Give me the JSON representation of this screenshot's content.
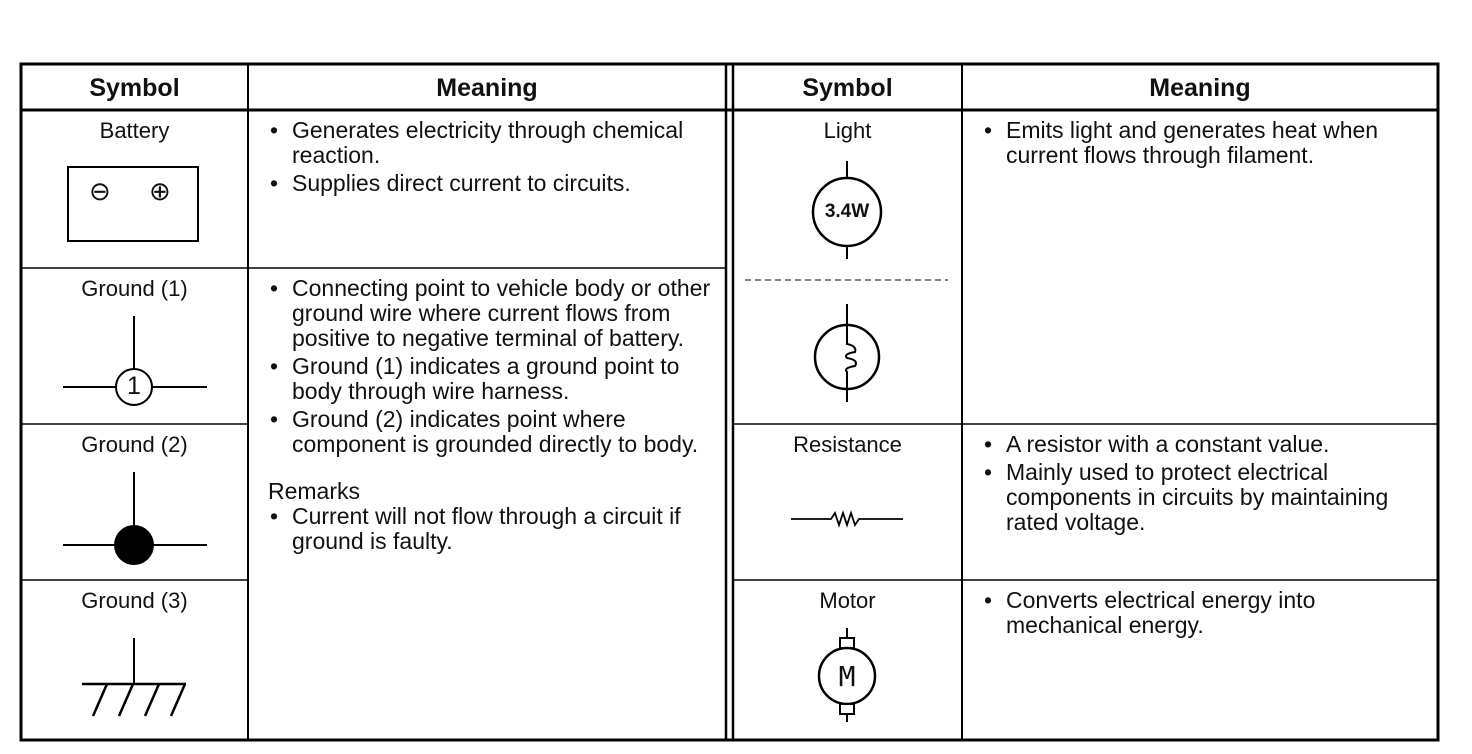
{
  "headers": {
    "symbol": "Symbol",
    "meaning": "Meaning"
  },
  "left": {
    "battery": {
      "label": "Battery",
      "minus": "⊖",
      "plus": "⊕",
      "meaning": [
        "Generates electricity through chemical reaction.",
        "Supplies direct current to circuits."
      ]
    },
    "ground1": {
      "label": "Ground (1)",
      "mark": "1"
    },
    "ground2": {
      "label": "Ground (2)"
    },
    "ground3": {
      "label": "Ground (3)"
    },
    "ground_meaning": [
      "Connecting point to vehicle body or other ground wire where current flows from positive to negative terminal of battery.",
      "Ground (1) indicates a ground point to body through wire harness.",
      "Ground (2) indicates point where component is grounded directly to body."
    ],
    "remarks_title": "Remarks",
    "remarks": [
      "Current will not flow through a circuit if ground is faulty."
    ]
  },
  "right": {
    "light": {
      "label": "Light",
      "rating": "3.4W",
      "meaning": [
        "Emits light and generates heat when current flows through filament."
      ]
    },
    "resistance": {
      "label": "Resistance",
      "meaning": [
        "A resistor with a constant value.",
        "Mainly used to protect electrical components in circuits by maintaining rated voltage."
      ]
    },
    "motor": {
      "label": "Motor",
      "mark": "M",
      "meaning": [
        "Converts electrical energy into mechanical energy."
      ]
    }
  }
}
